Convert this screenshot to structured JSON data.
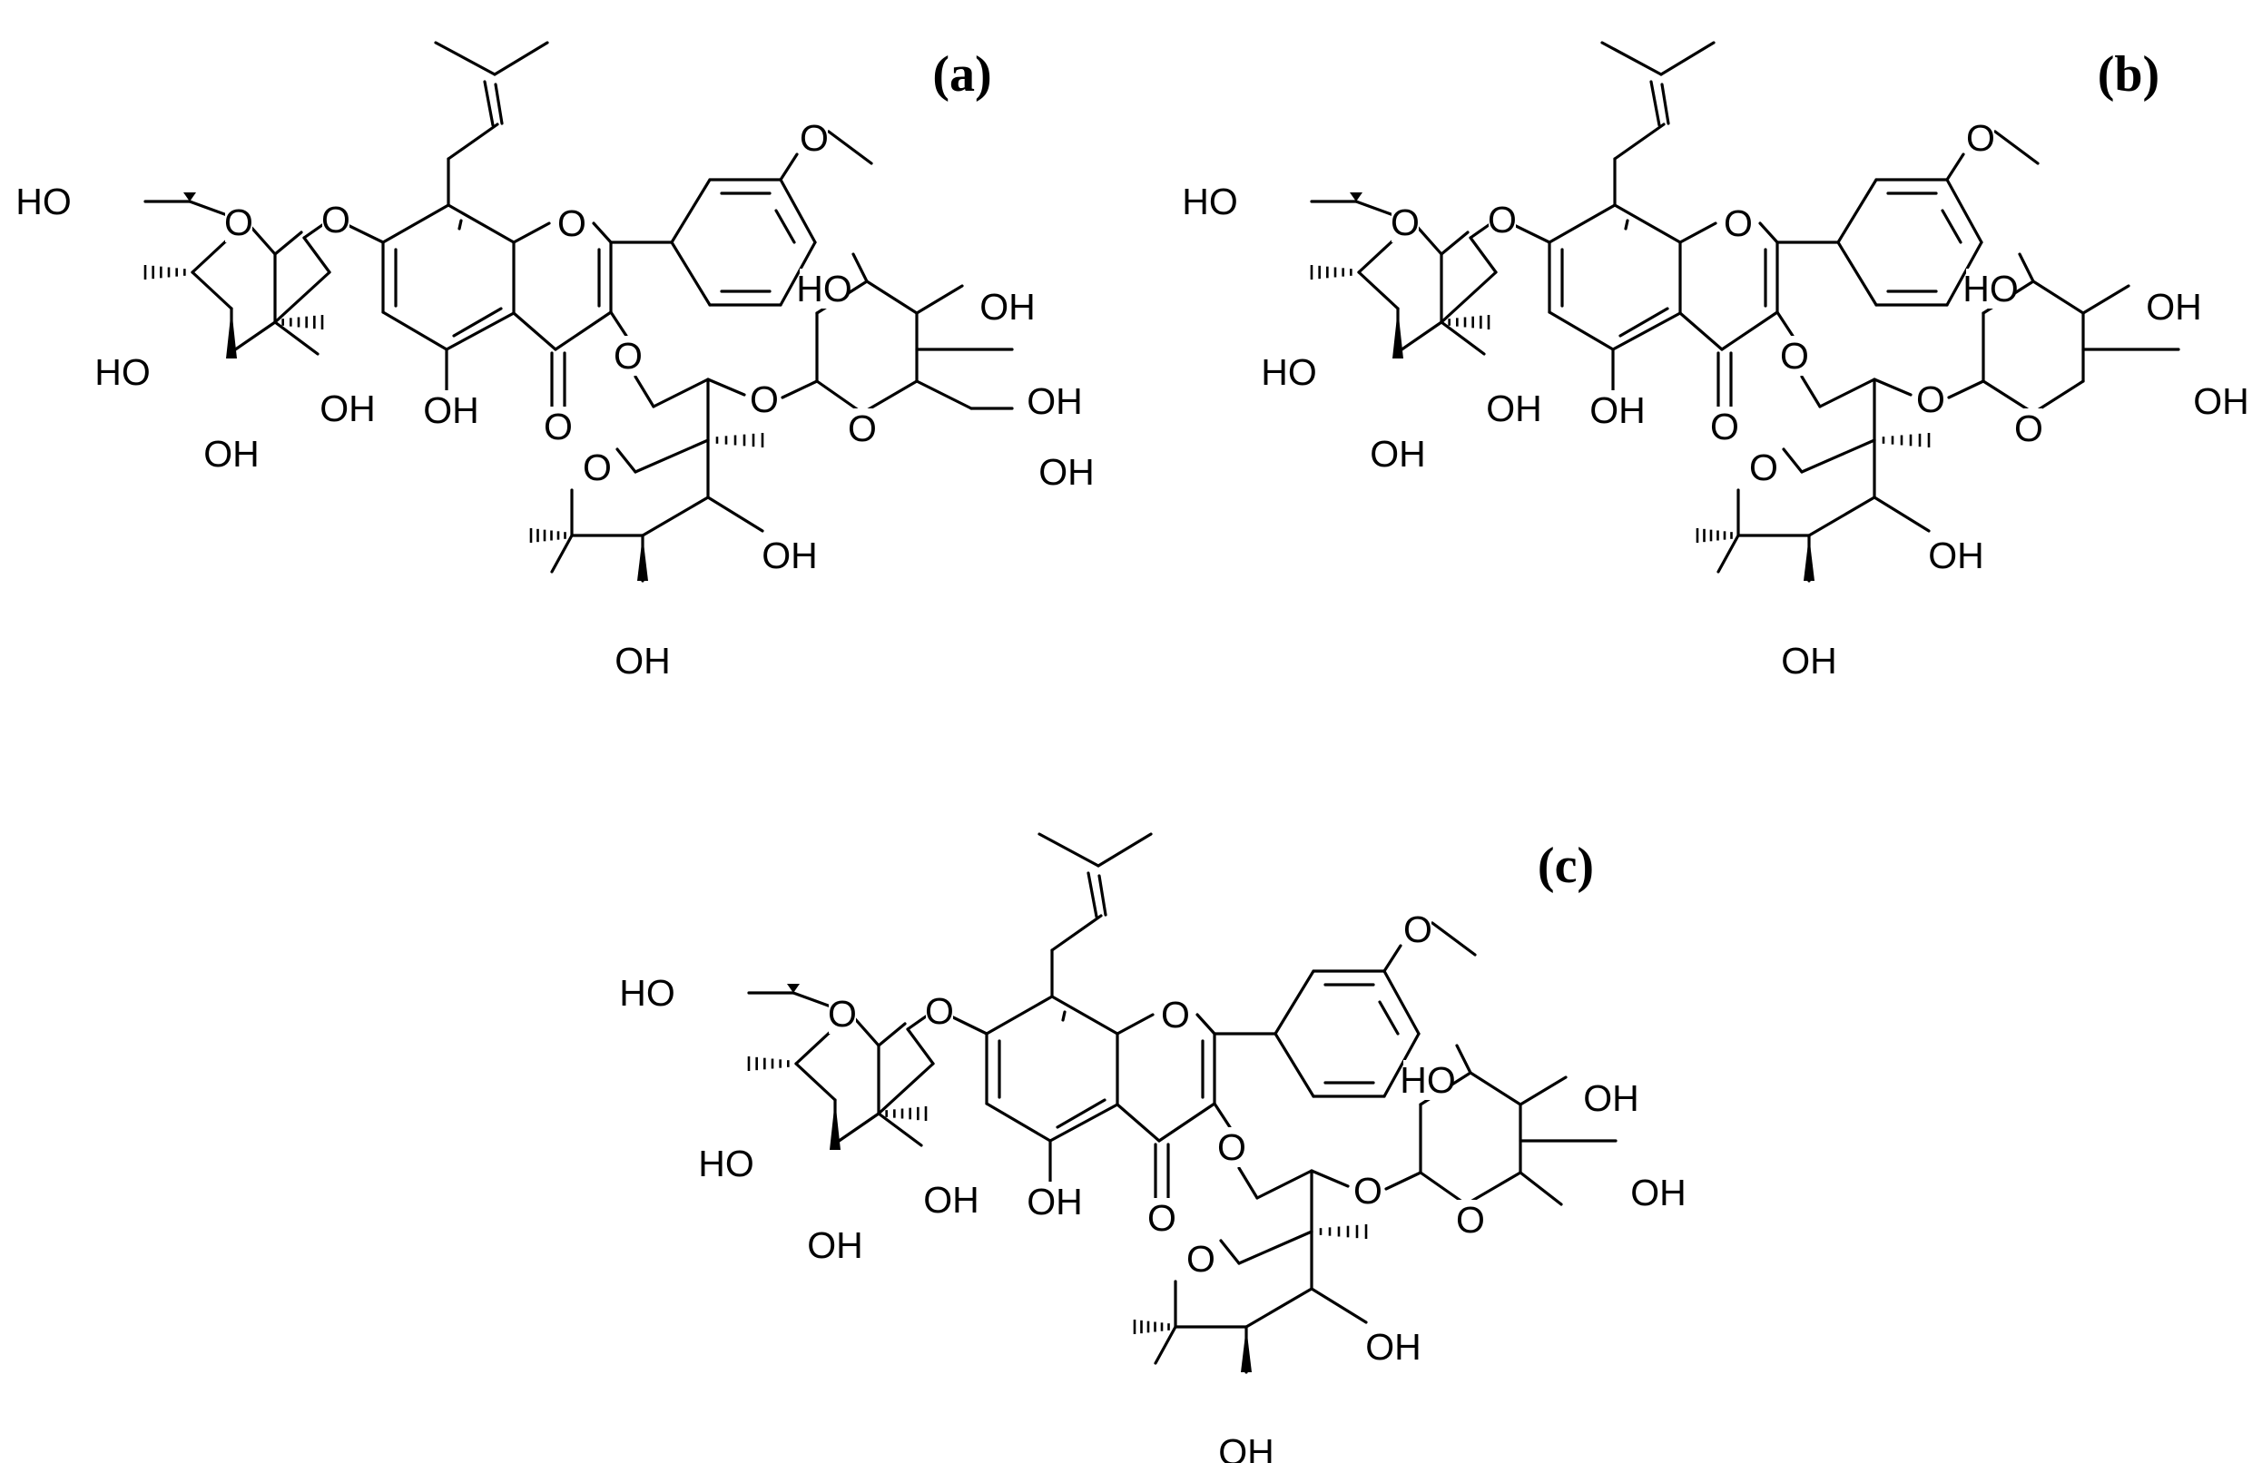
{
  "panels": [
    {
      "label": "(a)",
      "atoms": {
        "ome_o": "O",
        "ring_o": "O",
        "carbonyl_o": "O",
        "c5_oh": "OH",
        "g1_ho_ch2": "HO",
        "g1_o_ring": "O",
        "g1_o_link": "O",
        "g1_ho_c4": "HO",
        "g1_oh_c3": "OH",
        "g1_oh_c2": "OH",
        "r_o_link": "O",
        "r_o_ring": "O",
        "r_oh_c3": "OH",
        "r_oh_c4": "OH",
        "s_o_link": "O",
        "s_o_ring": "O",
        "s_ho_c2": "HO",
        "s_oh_c3": "OH",
        "s_oh_c4": "OH",
        "s_oh_c6": "OH"
      }
    },
    {
      "label": "(b)",
      "atoms": {
        "ome_o": "O",
        "ring_o": "O",
        "carbonyl_o": "O",
        "c5_oh": "OH",
        "g1_ho_ch2": "HO",
        "g1_o_ring": "O",
        "g1_o_link": "O",
        "g1_ho_c4": "HO",
        "g1_oh_c3": "OH",
        "g1_oh_c2": "OH",
        "r_o_link": "O",
        "r_o_ring": "O",
        "r_oh_c3": "OH",
        "r_oh_c4": "OH",
        "s_o_link": "O",
        "s_o_ring": "O",
        "s_ho_c2": "HO",
        "s_oh_c3": "OH",
        "s_oh_c4": "OH"
      }
    },
    {
      "label": "(c)",
      "atoms": {
        "ome_o": "O",
        "ring_o": "O",
        "carbonyl_o": "O",
        "c5_oh": "OH",
        "g1_ho_ch2": "HO",
        "g1_o_ring": "O",
        "g1_o_link": "O",
        "g1_ho_c4": "HO",
        "g1_oh_c3": "OH",
        "g1_oh_c2": "OH",
        "r_o_link": "O",
        "r_o_ring": "O",
        "r_oh_c3": "OH",
        "r_oh_c4": "OH",
        "s_o_link": "O",
        "s_o_ring": "O",
        "s_ho_c2": "HO",
        "s_oh_c3": "OH",
        "s_oh_c4": "OH"
      }
    }
  ]
}
